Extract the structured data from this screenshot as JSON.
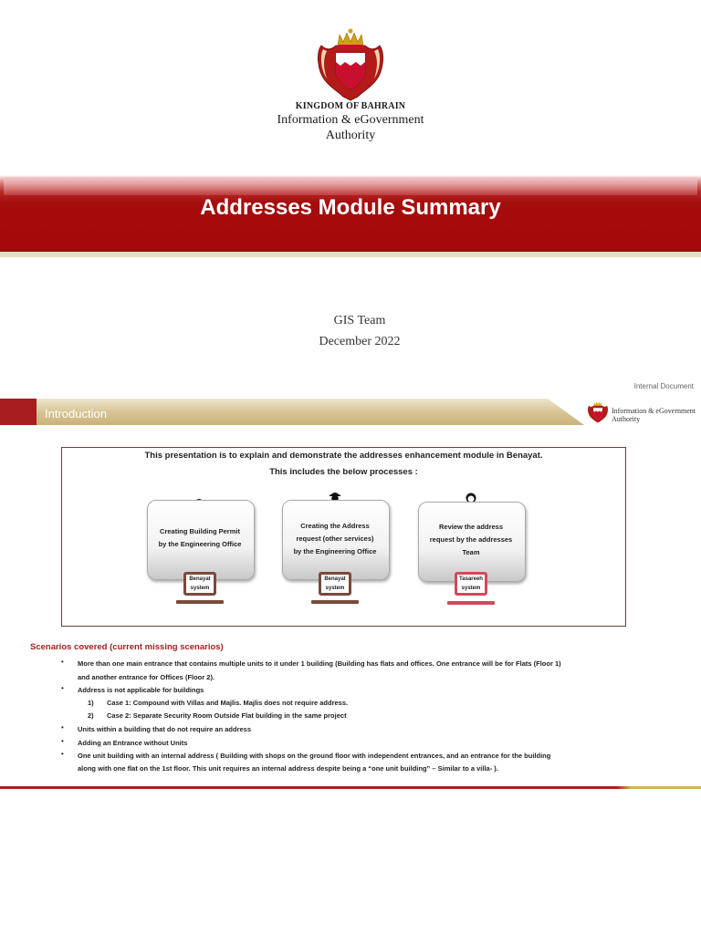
{
  "title_slide": {
    "org_kingdom": "KINGDOM OF BAHRAIN",
    "org_line1": "Information & eGovernment",
    "org_line2": "Authority",
    "title": "Addresses Module Summary",
    "team": "GIS Team",
    "date": "December 2022"
  },
  "slide2": {
    "internal_label": "Internal Document",
    "section_title": "Introduction",
    "logo_text_line1": "Information & eGovernment",
    "logo_text_line2": "Authority",
    "intro_line1": "This presentation is to explain and demonstrate the addresses enhancement module in Benayat.",
    "intro_line2": "This includes the below processes :",
    "processes": [
      {
        "line1": "Creating Building Permit",
        "line2": "by the Engineering Office",
        "line3": "",
        "system_line1": "Benayat",
        "system_line2": "system"
      },
      {
        "line1": "Creating the Address",
        "line2": "request (other services)",
        "line3": "by the Engineering Office",
        "system_line1": "Benayat",
        "system_line2": "system"
      },
      {
        "line1": "Review the address",
        "line2": "request by the addresses",
        "line3": "Team",
        "system_line1": "Tasareeh",
        "system_line2": "system"
      }
    ],
    "scenarios_title": "Scenarios covered (current missing scenarios)",
    "scenarios": [
      "More than one main entrance that contains multiple units to it under 1 building (Building has flats and offices. One entrance will be for Flats (Floor 1)",
      "and another entrance for Offices (Floor 2).",
      "Address is not applicable for buildings",
      "Case 1: Compound with Villas and Majlis. Majlis does not require address.",
      "Case 2: Separate Security Room Outside Flat building in the same project",
      "Units within a building that do not require an address",
      "Adding an Entrance without Units",
      "One unit building with an internal address ( Building with shops on the ground floor with independent entrances, and an entrance for the building",
      "along with one flat on the 1st floor. This unit requires an internal address despite being a “one unit building” – Similar to a villa- )."
    ],
    "sub_numbers": [
      "1)",
      "2)"
    ],
    "bullet": "•"
  },
  "colors": {
    "brand_red": "#a81d1d",
    "gold": "#d4b15a",
    "band_red": "#a20a0a"
  }
}
